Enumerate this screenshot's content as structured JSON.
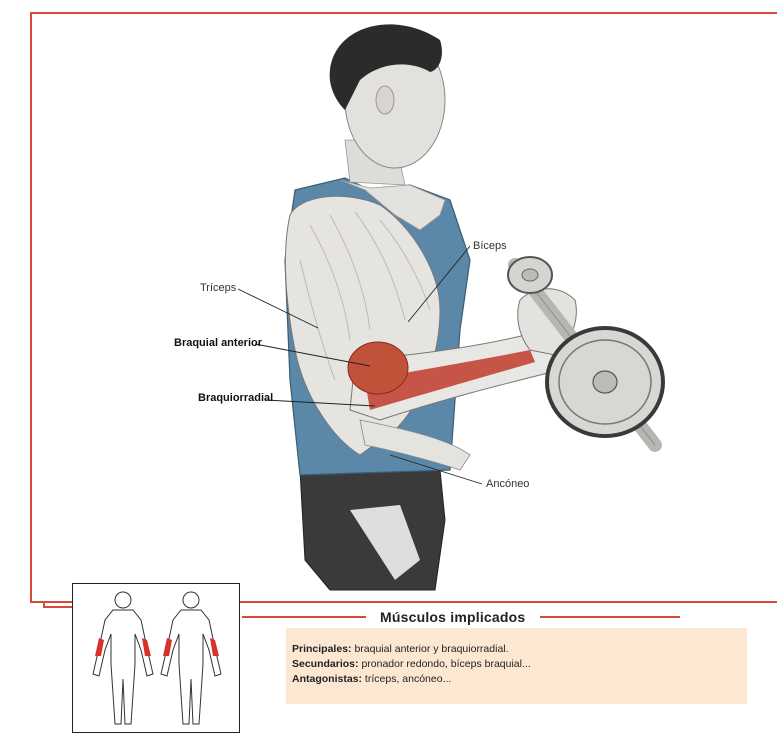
{
  "labels": {
    "triceps": "Tríceps",
    "braquial_anterior": "Braquial anterior",
    "braquiorradial": "Braquiorradial",
    "biceps": "Bíceps",
    "anconeo": "Ancóneo"
  },
  "section": {
    "title": "Músculos implicados"
  },
  "muscles": {
    "principales_label": "Principales:",
    "principales_value": " braquial anterior y braquiorradial.",
    "secundarios_label": "Secundarios:",
    "secundarios_value": " pronador redondo, bíceps braquial...",
    "antagonistas_label": "Antagonistas:",
    "antagonistas_value": " tríceps, ancóneo..."
  },
  "colors": {
    "accent": "#d94a3a",
    "highlight_muscle": "#c0392b",
    "tank_top": "#5b88a8",
    "info_bg": "#fce8d2"
  }
}
